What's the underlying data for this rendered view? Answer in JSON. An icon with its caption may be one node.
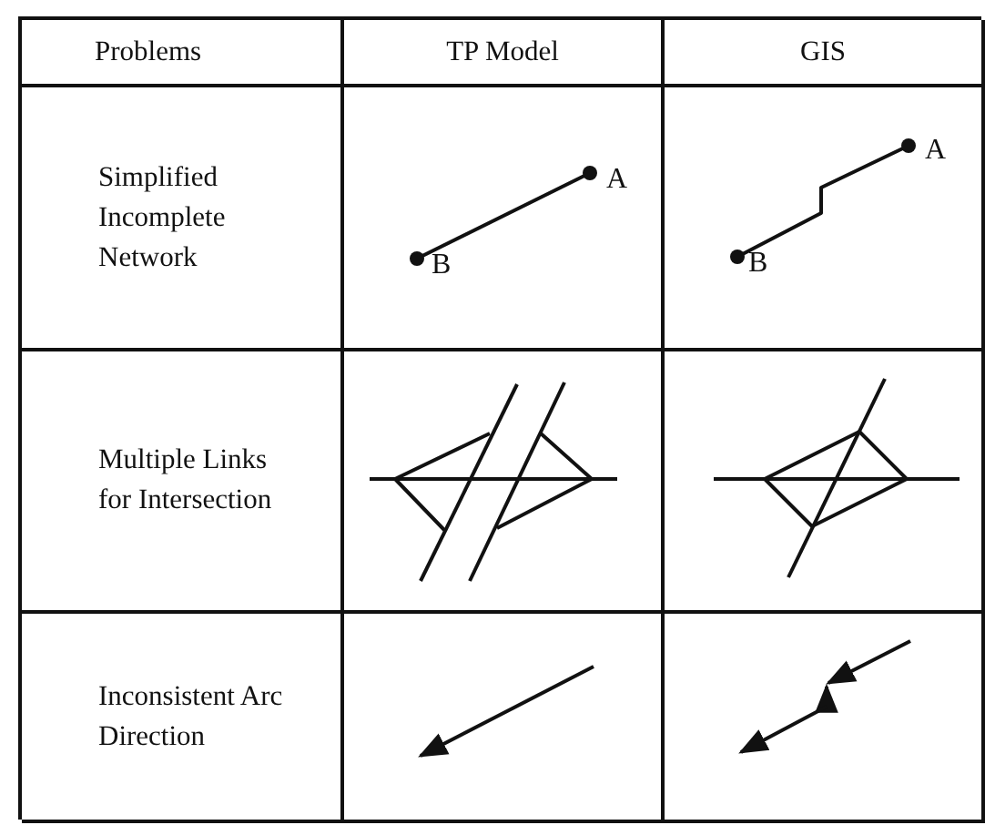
{
  "diagram": {
    "labels": [
      "Problems",
      "TP Model",
      "GIS",
      "Simplified Incomplete Network",
      "A",
      "B",
      "A",
      "B",
      "Multiple Links for Intersection",
      "Inconsistent Arc Direction"
    ]
  }
}
